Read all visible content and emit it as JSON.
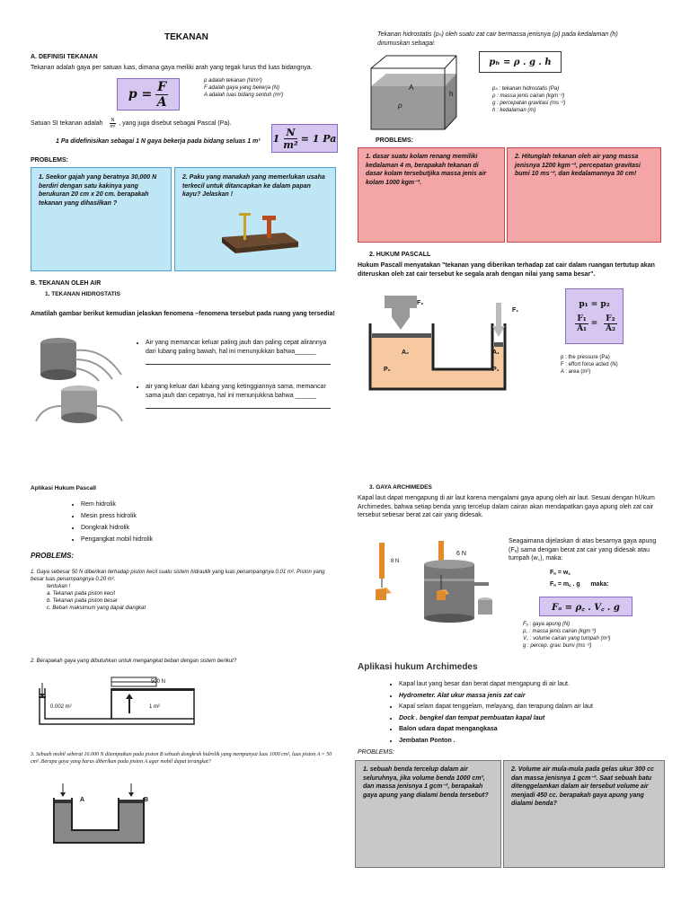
{
  "title": "TEKANAN",
  "secA": {
    "heading": "A.    DEFINISI TEKANAN",
    "def": "Tekanan adalah gaya per satuan luas, dimana gaya meiliki arah yang tegak lurus thd luas bidangnya.",
    "formula_lhs": "p =",
    "formula_num": "F",
    "formula_den": "A",
    "legend": [
      "p adalah tekanan (N/m²)",
      "F adalah gaya yang bekerja (N)",
      "A adalah luas bidang sentuh (m²)"
    ],
    "si_pre": "Satuan SI tekanan adalah",
    "si_num": "N",
    "si_den": "m²",
    "si_post": ", yang juga disebut sebagai Pascal (Pa).",
    "pa_def": "1 Pa didefinisikan sebagai  1 N gaya bekerja pada bidang seluas 1 m²",
    "pa_lhs": "1",
    "pa_num": "N",
    "pa_den": "m²",
    "pa_rhs": "= 1 Pa"
  },
  "problemsA": {
    "heading": "PROBLEMS:",
    "p1": "1.  Seekor gajah yang beratnya 30,000 N berdiri dengan satu kakinya yang berukuran 20 cm x 20 cm. berapakah tekanan yang dihasilkan ?",
    "p2": "2.   Paku yang manakah yang memerlukan usaha  terkecil  untuk  ditancapkan  ke dalam papan kayu? Jelaskan !"
  },
  "secB": {
    "heading": "B.    TEKANAN OLEH AIR",
    "sub": "1.      TEKANAN HIDROSTATIS",
    "intro": "Amatilah gambar berikut kemudian jelaskan fenomena –fenomena tersebut pada ruang yang tersedia!",
    "b1": "Air yang memancar keluar paling jauh dan paling cepat alirannya dari lubang paling bawah,  hal ini menunjukkan bahwa______",
    "b2": "air yang keluar dari lubang yang ketinggiannya sama, memancar sama jauh dan cepatnya, hal ini menunjukkna bahwa ______"
  },
  "hydro": {
    "intro": "Tekanan hidrostatis (pₕ) oleh suatu zat cair bermassa jenisnya (ρ) pada kedalaman (h) dirumuskan sebagai:",
    "formula": "pₕ = ρ . g . h",
    "label_A": "A",
    "label_h": "h",
    "label_rho": "ρ",
    "legend": [
      "pₕ : tekanan hidrostatis (Pa)",
      "ρ : massa jenis cairan (kgm⁻³)",
      "g  : percepatan gravitasi (ms⁻²)",
      "h : kedalaman (m)"
    ],
    "problems_heading": "PROBLEMS:",
    "p1": "1.  dasar suatu kolam renang memiliki kedalaman 4 m, berapakah tekanan di dasar kolam tersebutjika massa jenis air kolam 1000 kgm⁻³.",
    "p2": "2.   Hitunglah tekanan oleh air yang massa jenisnya 1200 kgm⁻³, percepatan gravitasi bumi 10 ms⁻², dan kedalamannya  30 cm!"
  },
  "pascal": {
    "heading": "2.      HUKUM PASCALL",
    "text": "Hukum Pascall menyatakan \"tekanan yang diberikan terhadap zat cair dalam ruangan tertutup akan diteruskan oleh zat cair tersebut ke segala arah dengan nilai yang sama besar\".",
    "f1": "p₁ = p₂",
    "f2_n1": "F₁",
    "f2_d1": "A₁",
    "f2_n2": "F₂",
    "f2_d2": "A₂",
    "labels": {
      "F2": "F₂",
      "F1": "F₁",
      "A2": "A₂",
      "A1": "A₁",
      "P2": "P₂",
      "P1": "P₁"
    },
    "legend": [
      "p : the pressure (Pa)",
      "F : effort force acted (N)",
      "A : area (m²)"
    ]
  },
  "apps": {
    "heading": "Aplikasi Hukum Pascall",
    "items": [
      "Rem hidrolik",
      "Mesin press hidrolik",
      "Dongkrak hidrolik",
      "Pengangkat mobil hidrolik"
    ]
  },
  "problemsP": {
    "heading": "PROBLEMS:",
    "p1": "1.     Gaya sebesar 50 N diberikan terhadap piston kecil suatu sistem hidraulik yang luas penampangnya  0.01 m². Piston yang besar luas penampangnya  0.20 m².",
    "p1t": "tentukan !",
    "p1a": "a.   Tekanan pada  piston kecil",
    "p1b": "b.   Tekanan pada piston besar",
    "p1c": "c.   Beban maksimum yang dapat diangkat",
    "p2": "2.   Berapakah gaya yang dibutuhkan untuk mengangkat beban dengan sistem berikut?",
    "p2_w": "500 N",
    "p2_a1": "0.002 m²",
    "p2_a2": "1 m²",
    "p3": "3.   Sebuah mobil seberat 16.000 N ditempatkan pada piston B  sebuah dongkrak hidrolik yang  mempunyai luas 1000 cm², luas piston A = 50 cm² .Berapa gaya yang harus diberikan pada  piston A agar mobil dapat terangkat?",
    "p3_A": "A",
    "p3_B": "B"
  },
  "arch": {
    "heading": "3.      GAYA ARCHIMEDES",
    "text1": "Kapal laut dapat mengapung di air laut karena mengalami gaya apung oleh air laut. Sesuai dengan hUkum Archimedes, bahwa setiap benda yang tercelup dalam cairan akan mendapatkan gaya apung oleh zat cair tersebut sebesar berat zat cair yang didesak.",
    "w8": "8 N",
    "w6": "6 N",
    "text2": "Seagaimana dijelaskan di atas besarnya gaya apung (Fₐ) sama dengan berat zat cair yang didesak atau tumpah (w꜀), maka:",
    "eq1": "Fₐ = w꜀",
    "eq2": "Fₐ = m꜀ . g      maka:",
    "formula": "Fₐ = ρ꜀ . V꜀ . g",
    "legend": [
      "Fₐ    : gaya apung (N)",
      "ρ꜀    : massa jenis cairan (kgm⁻³)",
      "V꜀    : volume cairan yang tumpah (m³)",
      "g     : percep. grav. bumi (ms⁻²)"
    ],
    "apps_heading": "Aplikasi hukum Archimedes",
    "apps": [
      "Kapal laut yang besar dan berat dapat mengapung di air laut.",
      "Hydrometer. Alat ukur massa jenis zat cair",
      "Kapal selam dapat tenggelam, melayang, dan terapung dalam air laut",
      "Dock . bengkel dan tempat pembuatan kapal laut",
      "Balon udara dapat mengangkasa",
      "Jembatan Ponton ."
    ],
    "problems_heading": "PROBLEMS:",
    "p1": "1.  sebuah benda tercelup dalam air seluruhnya, jika volume benda 1000 cm³, dan massa jenisnya 1 gcm⁻³, berapakah gaya apung yang dialami benda tersebut?",
    "p2": "2.   Volume air mula-mula pada gelas ukur 300 cc dan massa jenisnya 1 gcm⁻³. Saat sebuah batu ditenggelamkan dalam air tersebut volume air menjadi 450 cc. berapakah gaya apung yang dialami benda?"
  }
}
